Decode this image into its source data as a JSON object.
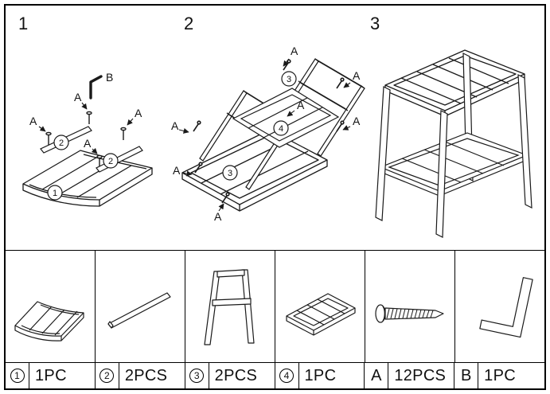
{
  "colors": {
    "line": "#1a1a1a",
    "border": "#000000",
    "background": "#ffffff"
  },
  "steps": {
    "s1": {
      "num": "1",
      "b": "B",
      "a1": "A",
      "a2": "A",
      "a3": "A",
      "a4": "A",
      "c1": "1",
      "c2a": "2",
      "c2b": "2"
    },
    "s2": {
      "num": "2",
      "a1": "A",
      "a2": "A",
      "a3": "A",
      "a4": "A",
      "a5": "A",
      "a6": "A",
      "a7": "A",
      "c3a": "3",
      "c3b": "3",
      "c4": "4"
    },
    "s3": {
      "num": "3"
    }
  },
  "parts": [
    {
      "id": "1",
      "qty": "1PC",
      "name": "curved-seat-panel"
    },
    {
      "id": "2",
      "qty": "2PCS",
      "name": "support-rail"
    },
    {
      "id": "3",
      "qty": "2PCS",
      "name": "leg-frame"
    },
    {
      "id": "4",
      "qty": "1PC",
      "name": "shelf-panel"
    },
    {
      "id": "A",
      "qty": "12PCS",
      "name": "screw"
    },
    {
      "id": "B",
      "qty": "1PC",
      "name": "allen-key"
    }
  ]
}
